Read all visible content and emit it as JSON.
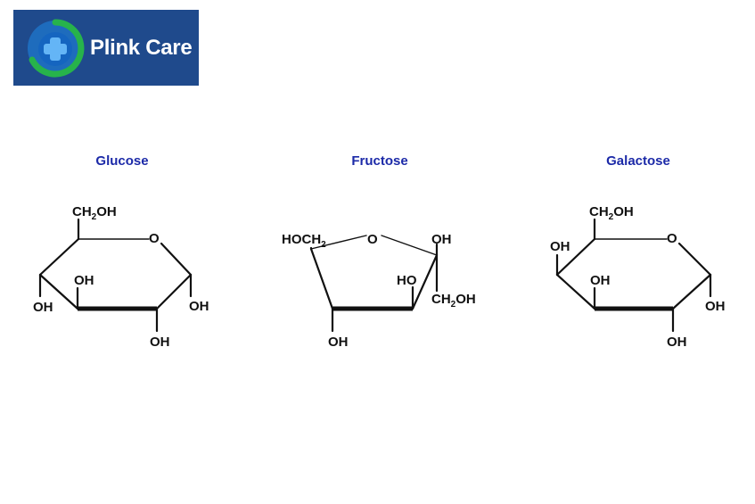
{
  "logo": {
    "brand_name": "Plink Care",
    "icon": "medical-cross-icon",
    "background": "#1f4a8c",
    "accent_green": "#27b34b",
    "accent_blue": "#1e88e5"
  },
  "title_color": "#1c2aa8",
  "molecules": {
    "glucose": {
      "name": "Glucose",
      "labels": {
        "ch2oh": "CH",
        "ch2oh_sub": "2",
        "ch2oh_tail": "OH",
        "ring_o": "O",
        "oh_right": "OH",
        "oh_left": "OH",
        "oh_inner": "OH",
        "oh_bottom": "OH"
      }
    },
    "fructose": {
      "name": "Fructose",
      "labels": {
        "hoch2": "HOCH",
        "hoch2_sub": "2",
        "ring_o": "O",
        "oh_top": "OH",
        "ho_inner": "HO",
        "ch2oh": "CH",
        "ch2oh_sub": "2",
        "ch2oh_tail": "OH",
        "oh_bottom": "OH"
      }
    },
    "galactose": {
      "name": "Galactose",
      "labels": {
        "ch2oh": "CH",
        "ch2oh_sub": "2",
        "ch2oh_tail": "OH",
        "ring_o": "O",
        "oh_upper_left": "OH",
        "oh_inner": "OH",
        "oh_right": "OH",
        "oh_bottom": "OH"
      }
    }
  }
}
